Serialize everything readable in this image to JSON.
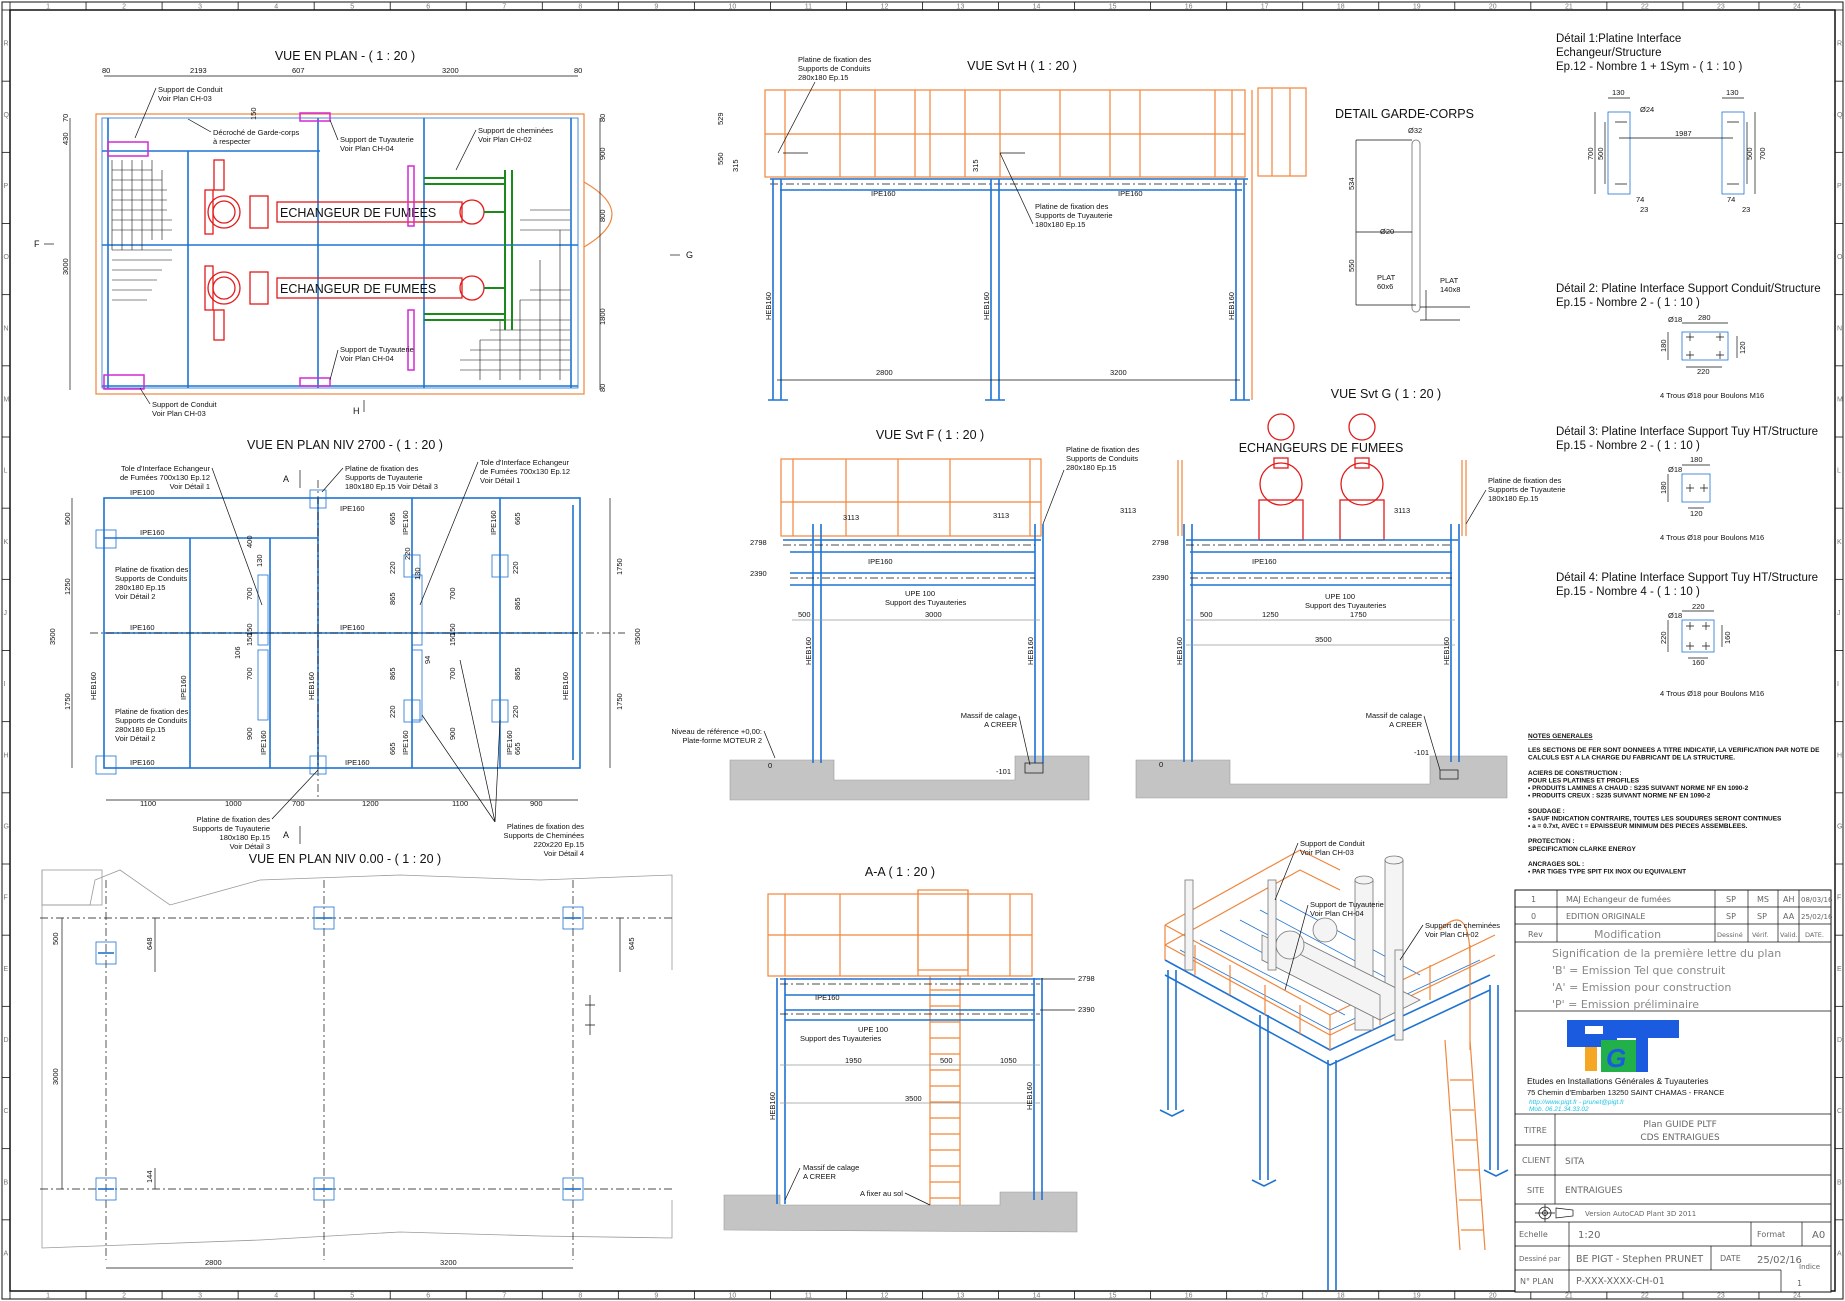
{
  "sheet": {
    "grid_columns": [
      "1",
      "2",
      "3",
      "4",
      "5",
      "6",
      "7",
      "8",
      "9",
      "10",
      "11",
      "12",
      "13",
      "14",
      "15",
      "16",
      "17",
      "18",
      "19",
      "20",
      "21",
      "22",
      "23",
      "24"
    ],
    "grid_rows": [
      "R",
      "Q",
      "P",
      "O",
      "N",
      "M",
      "L",
      "K",
      "J",
      "I",
      "H",
      "G",
      "F",
      "E",
      "D",
      "C",
      "B",
      "A"
    ]
  },
  "plan_view": {
    "title": "VUE EN PLAN - ( 1 : 20 )",
    "dims_top": [
      "80",
      "2193",
      "607",
      "3200",
      "80"
    ],
    "dims_left": [
      "70",
      "430",
      "3000"
    ],
    "dims_right": [
      "80",
      "900",
      "800",
      "1800",
      "80"
    ],
    "dim_150": "150",
    "exchanger_1": "ECHANGEUR DE FUMEES",
    "exchanger_2": "ECHANGEUR DE FUMEES",
    "section_f": "F",
    "section_g": "G",
    "section_h": "H",
    "callout_conduit_top": [
      "Support de Conduit",
      "Voir Plan CH-03"
    ],
    "callout_garde_corps": [
      "Décroché de Garde-corps",
      "à respecter"
    ],
    "callout_tuyauterie_top": [
      "Support de Tuyauterie",
      "Voir Plan CH-04"
    ],
    "callout_cheminees": [
      "Support de cheminées",
      "Voir Plan CH-02"
    ],
    "callout_tuyauterie_bottom": [
      "Support de Tuyauterie",
      "Voir Plan CH-04"
    ],
    "callout_conduit_bottom": [
      "Support de Conduit",
      "Voir Plan CH-03"
    ]
  },
  "plan_2700": {
    "title": "VUE EN PLAN NIV 2700 - ( 1 : 20 )",
    "section_a_top": "A",
    "section_a_bottom": "A",
    "beams": [
      "IPE100",
      "IPE160",
      "IPE160",
      "IPE160",
      "IPE160",
      "IPE160",
      "IPE160",
      "IPE160"
    ],
    "columns": [
      "HEB160",
      "HEB160",
      "HEB160",
      "IPE160",
      "IPE160",
      "IPE160",
      "IPE160",
      "IPE160",
      "IPE160"
    ],
    "dims_left": [
      "500",
      "1250",
      "3500",
      "1750"
    ],
    "dims_right": [
      "1750",
      "3500",
      "1750"
    ],
    "dims_bottom": [
      "1100",
      "1000",
      "700",
      "1200",
      "1100",
      "900"
    ],
    "dims_inner": [
      "400",
      "130",
      "700",
      "150",
      "150",
      "106",
      "700",
      "900",
      "220",
      "665",
      "220",
      "130",
      "865",
      "700",
      "150",
      "150",
      "94",
      "865",
      "700",
      "220",
      "665",
      "900",
      "665",
      "220",
      "865",
      "865",
      "220",
      "665"
    ],
    "callout_tole_left": [
      "Tole d'Interface Echangeur",
      "de Fumées 700x130 Ep.12",
      "Voir Détail 1"
    ],
    "callout_platine_tuy_top": [
      "Platine de fixation des",
      "Supports de Tuyauterie",
      "180x180 Ep.15 Voir Détail 3"
    ],
    "callout_tole_right": [
      "Tole d'Interface Echangeur",
      "de Fumées 700x130 Ep.12",
      "Voir Détail 1"
    ],
    "callout_platine_conduit_1": [
      "Platine de fixation des",
      "Supports de Conduits",
      "280x180 Ep.15",
      "Voir Détail 2"
    ],
    "callout_platine_conduit_2": [
      "Platine de fixation des",
      "Supports de Conduits",
      "280x180 Ep.15",
      "Voir Détail 2"
    ],
    "callout_platine_tuy_bottom": [
      "Platine de fixation des",
      "Supports de Tuyauterie",
      "180x180 Ep.15",
      "Voir Détail 3"
    ],
    "callout_platines_cheminees": [
      "Platines de fixation des",
      "Supports de Cheminées",
      "220x220 Ep.15",
      "Voir Détail 4"
    ]
  },
  "plan_000": {
    "title": "VUE EN PLAN NIV 0.00 - ( 1 : 20 )",
    "dims": [
      "500",
      "648",
      "645",
      "3000",
      "144",
      "2800",
      "3200"
    ]
  },
  "view_h": {
    "title": "VUE Svt H ( 1 : 20 )",
    "callout_conduits": [
      "Platine de fixation des",
      "Supports de Conduits",
      "280x180 Ep.15"
    ],
    "callout_tuyauterie": [
      "Platine de fixation des",
      "Supports de Tuyauterie",
      "180x180 Ep.15"
    ],
    "dims": [
      "529",
      "550",
      "315",
      "315",
      "2800",
      "3200"
    ],
    "beams": [
      "IPE160",
      "IPE160"
    ],
    "columns": [
      "HEB160",
      "HEB160",
      "HEB160"
    ]
  },
  "garde_corps": {
    "title": "DETAIL GARDE-CORPS",
    "labels": [
      "Ø32",
      "534",
      "Ø20",
      "550",
      "PLAT",
      "60x6",
      "PLAT",
      "140x8"
    ]
  },
  "view_f": {
    "title": "VUE Svt F ( 1 : 20 )",
    "levels": [
      "3113",
      "3113",
      "2798",
      "2390",
      "0",
      "-101"
    ],
    "beam": "IPE160",
    "upe": [
      "UPE 100",
      "Support des Tuyauteries"
    ],
    "dims": [
      "500",
      "3000"
    ],
    "columns": [
      "HEB160",
      "HEB160"
    ],
    "callout_platine": [
      "Platine de fixation des",
      "Supports de Conduits",
      "280x180 Ep.15"
    ],
    "callout_massif": [
      "Massif de calage",
      "A CREER"
    ],
    "callout_niveau": [
      "Niveau de référence +0,00:",
      "Plate-forme MOTEUR 2"
    ]
  },
  "view_g": {
    "title": "VUE Svt G ( 1 : 20 )",
    "exchangers_label": "ECHANGEURS DE FUMEES",
    "levels": [
      "3113",
      "3113",
      "2798",
      "2390",
      "0",
      "-101"
    ],
    "beam": "IPE160",
    "upe": [
      "UPE 100",
      "Support des Tuyauteries"
    ],
    "dims": [
      "500",
      "1250",
      "1750",
      "3500"
    ],
    "columns": [
      "HEB160",
      "HEB160"
    ],
    "callout_platine": [
      "Platine de fixation des",
      "Supports de Tuyauterie",
      "180x180 Ep.15"
    ],
    "callout_massif": [
      "Massif de calage",
      "A CREER"
    ]
  },
  "view_aa": {
    "title": "A-A ( 1 : 20 )",
    "levels": [
      "2798",
      "2390"
    ],
    "beam": "IPE160",
    "upe": [
      "UPE 100",
      "Support des Tuyauteries"
    ],
    "dims": [
      "1950",
      "500",
      "1050",
      "3500"
    ],
    "columns": [
      "HEB160",
      "HEB160"
    ],
    "callout_massif": [
      "Massif de calage",
      "A CREER"
    ],
    "callout_sol": "A fixer au sol"
  },
  "iso_view": {
    "callout_conduit": [
      "Support de Conduit",
      "Voir Plan CH-03"
    ],
    "callout_tuyauterie": [
      "Support de Tuyauterie",
      "Voir Plan CH-04"
    ],
    "callout_cheminees": [
      "Support de cheminées",
      "Voir Plan CH-02"
    ]
  },
  "details": [
    {
      "title": [
        "Détail 1:Platine Interface",
        "Echangeur/Structure",
        "Ep.12 - Nombre 1 + 1Sym - ( 1 : 10 )"
      ],
      "dims": [
        "130",
        "130",
        "Ø24",
        "1987",
        "700",
        "500",
        "500",
        "700",
        "74",
        "23",
        "74",
        "23"
      ]
    },
    {
      "title": [
        "Détail 2: Platine Interface Support Conduit/Structure",
        "Ep.15 - Nombre 2 - ( 1 : 10 )"
      ],
      "dims": [
        "Ø18",
        "280",
        "180",
        "120",
        "220"
      ],
      "note": "4 Trous Ø18 pour Boulons M16"
    },
    {
      "title": [
        "Détail 3: Platine Interface Support Tuy HT/Structure",
        "Ep.15 - Nombre 2 - ( 1 : 10 )"
      ],
      "dims": [
        "Ø18",
        "180",
        "180",
        "120"
      ],
      "note": "4 Trous Ø18 pour Boulons M16"
    },
    {
      "title": [
        "Détail 4: Platine Interface Support Tuy HT/Structure",
        "Ep.15 - Nombre 4 - ( 1 : 10 )"
      ],
      "dims": [
        "Ø18",
        "220",
        "220",
        "160",
        "160"
      ],
      "note": "4 Trous Ø18 pour Boulons M16"
    }
  ],
  "notes": {
    "heading": "NOTES GENERALES",
    "lines": [
      "LES SECTIONS DE FER SONT DONNEES A TITRE INDICATIF, LA VERIFICATION PAR NOTE DE",
      "CALCULS EST A LA CHARGE DU FABRICANT DE LA STRUCTURE.",
      "",
      "ACIERS DE CONSTRUCTION :",
      "POUR LES PLATINES ET PROFILES",
      "•      PRODUITS LAMINES A CHAUD : S235 SUIVANT NORME NF EN 1090-2",
      "•      PRODUITS CREUX : S235 SUIVANT NORME NF EN 1090-2",
      "",
      "SOUDAGE :",
      "•      SAUF INDICATION CONTRAIRE, TOUTES LES SOUDURES SERONT CONTINUES",
      "•      a = 0.7xt, AVEC t = EPAISSEUR MINIMUM DES PIECES ASSEMBLEES.",
      "",
      "PROTECTION :",
      "SPECIFICATION CLARKE ENERGY",
      "",
      "ANCRAGES SOL :",
      "•      PAR TIGES TYPE SPIT FIX INOX OU EQUIVALENT"
    ]
  },
  "title_block": {
    "revisions": [
      {
        "rev": "1",
        "modification": "MAJ Echangeur de fumées",
        "dessine": "SP",
        "verif": "MS",
        "valid": "AH",
        "date": "08/03/16"
      },
      {
        "rev": "0",
        "modification": "EDITION ORIGINALE",
        "dessine": "SP",
        "verif": "SP",
        "valid": "AA",
        "date": "25/02/16"
      }
    ],
    "headers": {
      "rev": "Rev",
      "modification": "Modification",
      "dessine": "Dessiné",
      "verif": "Vérif.",
      "valid": "Valid.",
      "date": "DATE."
    },
    "signification": [
      "Signification de la première lettre du plan",
      "'B'  =   Emission Tel que construit",
      "'A'  =   Emission pour construction",
      "'P'  =   Emission préliminaire"
    ],
    "company": {
      "logo_text": "PIGT",
      "name": "Etudes en Installations Générales & Tuyauteries",
      "address": "75 Chemin d'Embarben 13250 SAINT CHAMAS - FRANCE",
      "web": "http://www.pigt.fr - prunet@pigt.fr",
      "phone": "Mob. 06.21.34.33.02",
      "colors": {
        "blue": "#1a5be0",
        "green": "#22b04a",
        "orange": "#f5a623",
        "cyan": "#21c4e8"
      }
    },
    "titre_label": "TITRE",
    "titre": [
      "Plan GUIDE PLTF",
      "CDS ENTRAIGUES"
    ],
    "client_label": "CLIENT",
    "client": "SITA",
    "site_label": "SITE",
    "site": "ENTRAIGUES",
    "version": "Version AutoCAD Plant 3D 2011",
    "echelle_label": "Echelle",
    "echelle": "1:20",
    "format_label": "Format",
    "format": "A0",
    "dessine_label": "Dessiné par",
    "dessine_par": "BE PIGT - Stephen PRUNET",
    "date_label": "DATE",
    "date": "25/02/16",
    "plan_label": "N° PLAN",
    "plan_number": "P-XXX-XXXX-CH-01",
    "indice_label": "Indice",
    "indice": "1"
  }
}
